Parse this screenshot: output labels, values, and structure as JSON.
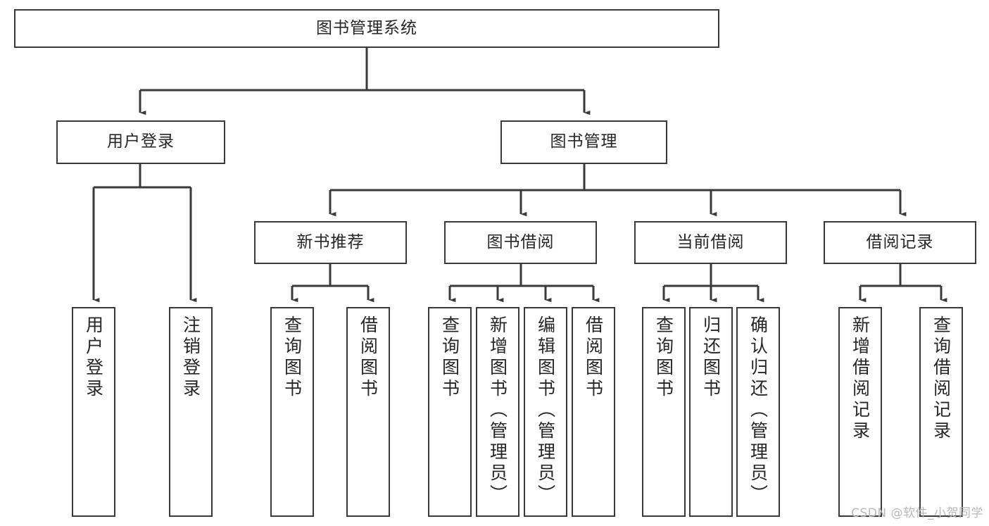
{
  "diagram": {
    "title": "图书管理系统",
    "type": "tree",
    "watermark": "CSDN @软件_小贺同学",
    "colors": {
      "stroke": "#3a3a3a",
      "fill": "#ffffff",
      "text": "#262626",
      "watermark": "#b8b8b8"
    },
    "nodes": {
      "root": {
        "label": "图书管理系统"
      },
      "level2": [
        {
          "id": "user-login",
          "label": "用户登录"
        },
        {
          "id": "book-management",
          "label": "图书管理"
        }
      ],
      "level3": [
        {
          "id": "new-book-recommend",
          "label": "新书推荐"
        },
        {
          "id": "book-borrow",
          "label": "图书借阅"
        },
        {
          "id": "current-borrow",
          "label": "当前借阅"
        },
        {
          "id": "borrow-record",
          "label": "借阅记录"
        }
      ],
      "leaves": {
        "user_login": [
          {
            "id": "leaf-user-login",
            "label": "用户登录"
          },
          {
            "id": "leaf-logout-login",
            "label": "注销登录"
          }
        ],
        "new_book_recommend": [
          {
            "id": "leaf-query-book-1",
            "label": "查询图书"
          },
          {
            "id": "leaf-borrow-book-1",
            "label": "借阅图书"
          }
        ],
        "book_borrow": [
          {
            "id": "leaf-query-book-2",
            "label": "查询图书"
          },
          {
            "id": "leaf-add-book",
            "label": "新增图书（管理员）"
          },
          {
            "id": "leaf-edit-book",
            "label": "编辑图书（管理员）"
          },
          {
            "id": "leaf-borrow-book-2",
            "label": "借阅图书"
          }
        ],
        "current_borrow": [
          {
            "id": "leaf-query-book-3",
            "label": "查询图书"
          },
          {
            "id": "leaf-return-book",
            "label": "归还图书"
          },
          {
            "id": "leaf-confirm-return",
            "label": "确认归还（管理员）"
          }
        ],
        "borrow_record": [
          {
            "id": "leaf-add-borrow-record",
            "label": "新增借阅记录"
          },
          {
            "id": "leaf-query-borrow-record",
            "label": "查询借阅记录"
          }
        ]
      }
    }
  }
}
